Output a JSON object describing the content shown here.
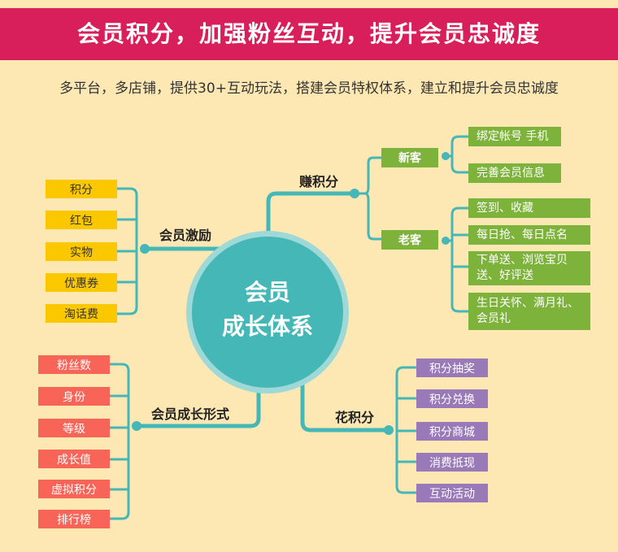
{
  "header": {
    "title": "会员积分，加强粉丝互动，提升会员忠诚度",
    "subtitle": "多平台，多店铺，提供30+互动玩法，搭建会员特权体系，建立和提升会员忠诚度"
  },
  "center": {
    "line1": "会员",
    "line2": "成长体系"
  },
  "branches": {
    "incentive": {
      "label": "会员激励",
      "items": [
        "积分",
        "红包",
        "实物",
        "优惠券",
        "淘话费"
      ]
    },
    "earn": {
      "label": "赚积分",
      "new_customer": {
        "label": "新客",
        "items": [
          "绑定帐号 手机",
          "完善会员信息"
        ]
      },
      "old_customer": {
        "label": "老客",
        "items": [
          "签到、收藏",
          "每日抢、每日点名",
          "下单送、浏览宝贝送、好评送",
          "生日关怀、满月礼、会员礼"
        ]
      }
    },
    "growth": {
      "label": "会员成长形式",
      "items": [
        "粉丝数",
        "身份",
        "等级",
        "成长值",
        "虚拟积分",
        "排行榜"
      ]
    },
    "spend": {
      "label": "花积分",
      "items": [
        "积分抽奖",
        "积分兑换",
        "积分商城",
        "消费抵现",
        "互动活动"
      ]
    }
  },
  "colors": {
    "banner": "#d81e5b",
    "teal": "#45b7b6",
    "yellow": "#fbc800",
    "red": "#f96458",
    "green": "#7db23b",
    "purple": "#9a79b9",
    "background": "#fde8b4"
  }
}
